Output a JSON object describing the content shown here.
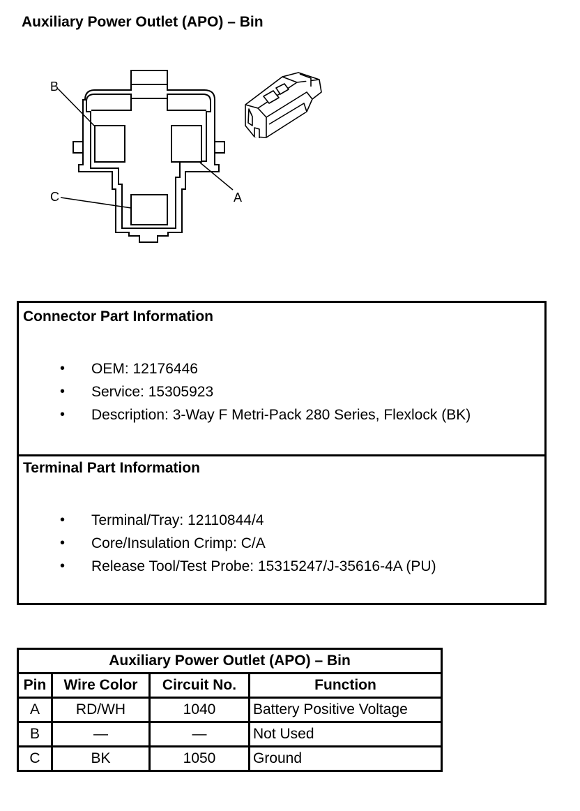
{
  "page": {
    "title": "Auxiliary Power Outlet (APO) – Bin"
  },
  "diagram": {
    "callouts": [
      "A",
      "B",
      "C"
    ]
  },
  "connector_info": {
    "heading": "Connector Part Information",
    "items": [
      "OEM: 12176446",
      "Service: 15305923",
      "Description: 3-Way F Metri-Pack 280 Series, Flexlock (BK)"
    ]
  },
  "terminal_info": {
    "heading": "Terminal Part Information",
    "items": [
      "Terminal/Tray: 12110844/4",
      "Core/Insulation Crimp: C/A",
      "Release Tool/Test Probe: 15315247/J-35616-4A (PU)"
    ]
  },
  "pin_table": {
    "title": "Auxiliary Power Outlet (APO) – Bin",
    "headers": [
      "Pin",
      "Wire Color",
      "Circuit No.",
      "Function"
    ],
    "rows": [
      [
        "A",
        "RD/WH",
        "1040",
        "Battery Positive Voltage"
      ],
      [
        "B",
        "—",
        "—",
        "Not Used"
      ],
      [
        "C",
        "BK",
        "1050",
        "Ground"
      ]
    ]
  },
  "bullet_glyph": "•"
}
